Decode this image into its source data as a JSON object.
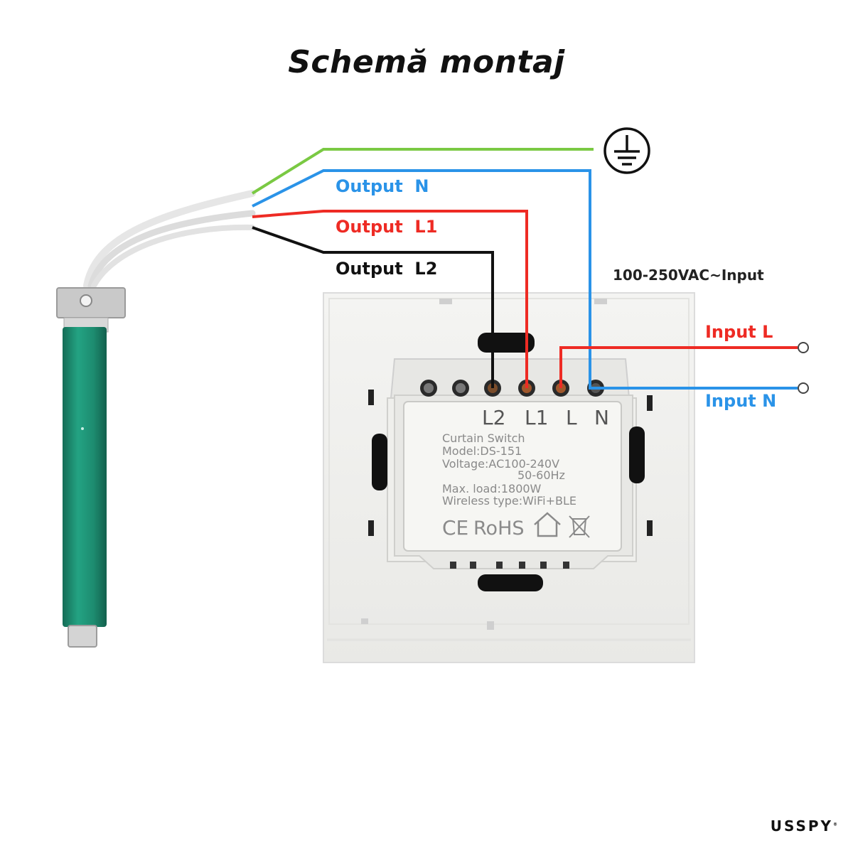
{
  "title": "Schemă montaj",
  "wires": {
    "output_n": "Output  N",
    "output_l1": "Output  L1",
    "output_l2": "Output  L2",
    "supply": "100-250VAC~Input",
    "input_l": "Input L",
    "input_n": "Input N"
  },
  "terminals": [
    "L2",
    "L1",
    "L",
    "N"
  ],
  "product_label": {
    "line1": "Curtain Switch",
    "line2": "Model:DS-151",
    "line3": "Voltage:AC100-240V",
    "line4": "50-60Hz",
    "line5": "Max. load:1800W",
    "line6": "Wireless type:WiFi+BLE",
    "cert_ce": "CE",
    "cert_rohs": "RoHS"
  },
  "brand": "USSPY",
  "colors": {
    "earth": "#7ac943",
    "neutral": "#2a93e8",
    "live": "#ee2b24",
    "output_l2": "#111111",
    "motor_tube": "#1f8f73"
  },
  "icons": [
    "ground-icon",
    "house-icon",
    "weee-bin-icon"
  ]
}
